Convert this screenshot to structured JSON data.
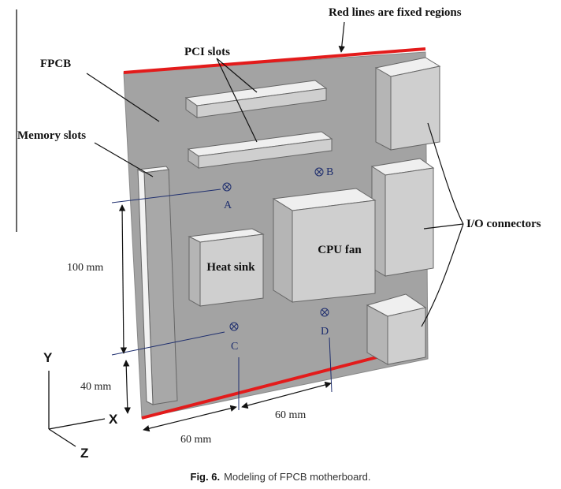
{
  "labels": {
    "fixed_regions": "Red lines are fixed regions",
    "fpcb": "FPCB",
    "pci_slots": "PCI slots",
    "memory_slots": "Memory slots",
    "io_connectors": "I/O connectors",
    "heat_sink": "Heat sink",
    "cpu_fan": "CPU fan"
  },
  "points": {
    "a": "A",
    "b": "B",
    "c": "C",
    "d": "D"
  },
  "dimensions": {
    "vertical_100": "100 mm",
    "vertical_40": "40 mm",
    "horizontal_60_lower": "60 mm",
    "horizontal_60_upper": "60 mm"
  },
  "axes": {
    "y": "Y",
    "x": "X",
    "z": "Z"
  },
  "caption": {
    "prefix": "Fig. 6.",
    "text": "Modeling of FPCB motherboard."
  },
  "colors": {
    "board": "#a3a3a3",
    "fixed_line": "#e31b1b",
    "component_face": "#cfcfcf",
    "component_top": "#efefef",
    "component_side": "#b5b5b5",
    "marker": "#1e2e6e"
  }
}
